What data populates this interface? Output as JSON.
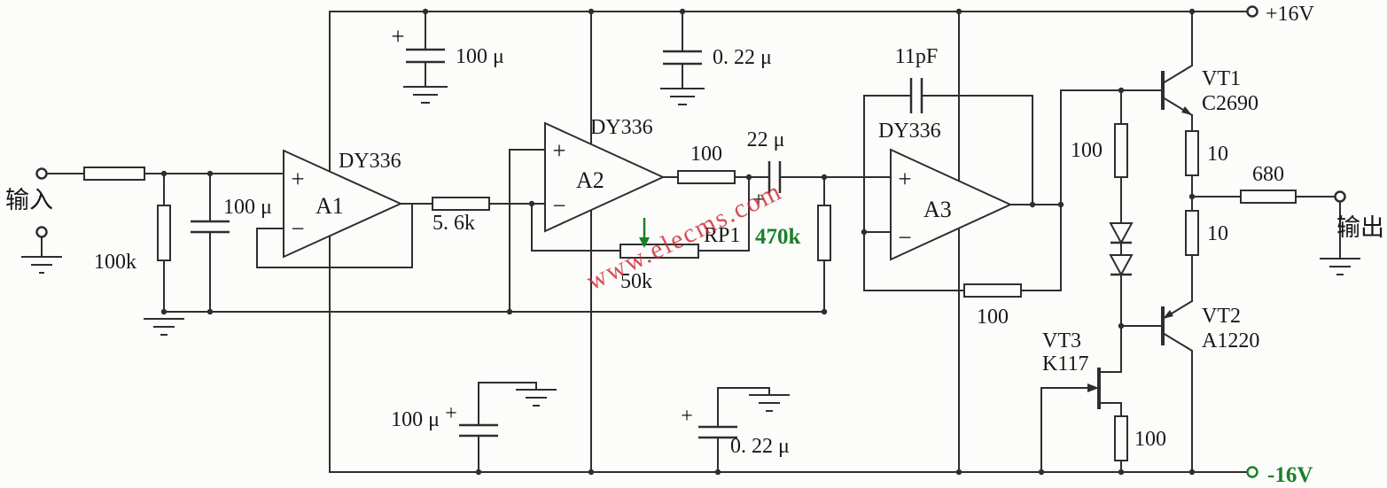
{
  "watermark": "www.elecms.com",
  "power": {
    "positive": "+16V",
    "negative": "-16V"
  },
  "io": {
    "input": "输入",
    "output": "输出"
  },
  "signs": {
    "plus": "+",
    "minus": "−"
  },
  "opamps": {
    "a1": {
      "name": "A1",
      "part": "DY336"
    },
    "a2": {
      "name": "A2",
      "part": "DY336"
    },
    "a3": {
      "name": "A3",
      "part": "DY336"
    }
  },
  "transistors": {
    "vt1": {
      "name": "VT1",
      "part": "C2690"
    },
    "vt2": {
      "name": "VT2",
      "part": "A1220"
    },
    "vt3": {
      "name": "VT3",
      "part": "K117"
    }
  },
  "resistors": {
    "input_shunt": "100k",
    "a1_fb": "5. 6k",
    "a2_out": "100",
    "pot_name": "RP1",
    "pot_value": "50k",
    "to_ground": "470k",
    "a3_fb": "100",
    "bias": "100",
    "emitter_top": "10",
    "emitter_bottom": "10",
    "output": "680",
    "source": "100"
  },
  "capacitors": {
    "input_shunt": "100 μ",
    "supply_top_1": "100 μ",
    "supply_top_2": "0. 22 μ",
    "coupling": "22 μ",
    "compensation": "11pF",
    "supply_bottom_1": "100 μ",
    "supply_bottom_2": "0. 22 μ"
  },
  "colors": {
    "accent_green": "#1a7f2a",
    "watermark_red": "#cc2a35",
    "line": "#2e2e2e"
  }
}
